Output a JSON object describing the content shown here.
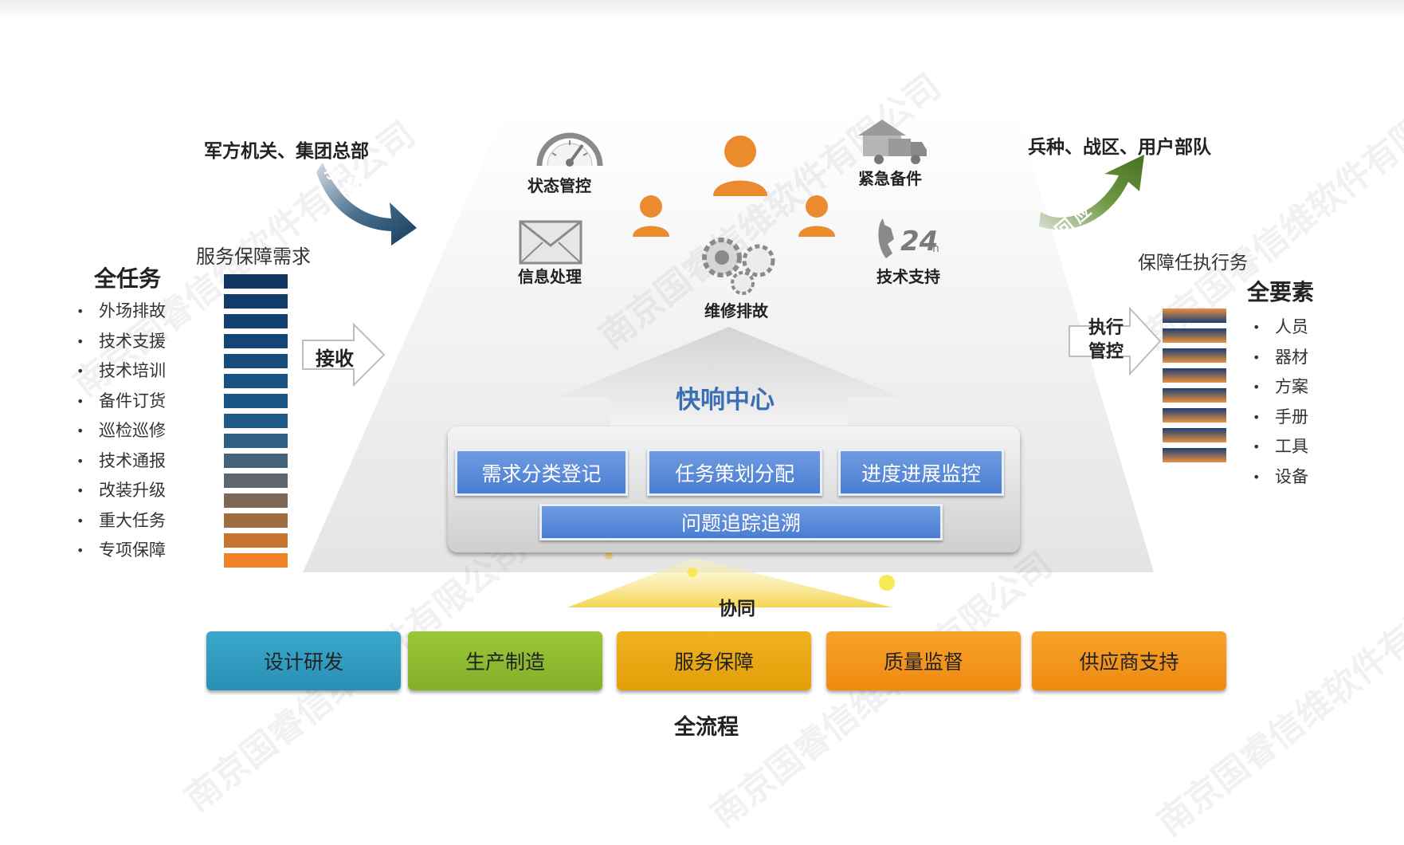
{
  "top_left_title": "军方机关、集团总部",
  "top_right_title": "兵种、战区、用户部队",
  "left_arrow_text": "承接",
  "right_arrow_text": "回应",
  "demand_label": "服务保障需求",
  "full_task_title": "全任务",
  "full_task_items": [
    "外场排故",
    "技术支援",
    "技术培训",
    "备件订货",
    "巡检巡修",
    "技术通报",
    "改装升级",
    "重大任务",
    "专项保障"
  ],
  "receive_label": "接收",
  "execute_label_line1": "执行",
  "execute_label_line2": "管控",
  "task_exec_label": "保障任执行务",
  "full_element_title": "全要素",
  "full_element_items": [
    "人员",
    "器材",
    "方案",
    "手册",
    "工具",
    "设备"
  ],
  "icons": {
    "status": "状态管控",
    "info": "信息处理",
    "repair": "维修排故",
    "spare": "紧急备件",
    "tech": "技术支持"
  },
  "center_title": "快响中心",
  "center_boxes": [
    "需求分类登记",
    "任务策划分配",
    "进度进展监控",
    "问题追踪追溯"
  ],
  "collab_label": "协同",
  "process_boxes": [
    "设计研发",
    "生产制造",
    "服务保障",
    "质量监督",
    "供应商支持"
  ],
  "process_title": "全流程",
  "colors": {
    "accent_blue": "#4a7dd2",
    "navy": "#1b3f75",
    "orange": "#f08a25",
    "teal": "#2a9bbf",
    "green": "#8cba2c",
    "amber": "#eaa40b",
    "deep_orange": "#f39012",
    "arrow_green": "#5f8f2e",
    "arrow_navy": "#1f4e72"
  }
}
